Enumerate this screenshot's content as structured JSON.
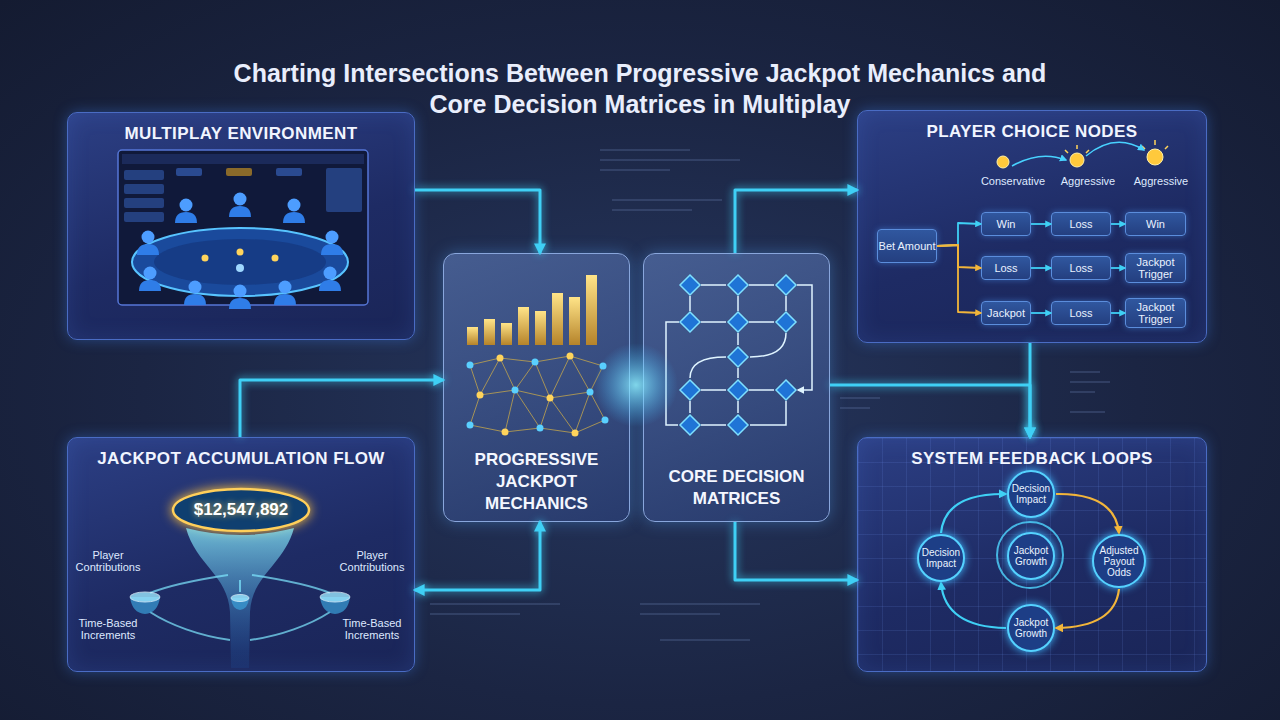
{
  "diagram": {
    "title": "Charting Intersections Between Progressive Jackpot Mechanics and Core Decision Matrices in Multiplay",
    "nodes": [
      {
        "text": [
          "MULTIPLAY ENVIRONMENT"
        ]
      },
      {
        "text": [
          "PLAYER CHOICE NODES"
        ]
      },
      {
        "text": [
          "Bet Amount"
        ],
        "in": 1
      },
      {
        "text": [
          "Win"
        ],
        "in": 1
      },
      {
        "text": [
          "Loss"
        ],
        "in": 1
      },
      {
        "text": [
          "Win"
        ],
        "in": 1
      },
      {
        "text": [
          "Loss"
        ],
        "in": 1
      },
      {
        "text": [
          "Loss"
        ],
        "in": 1
      },
      {
        "text": [
          "Jackpot Trigger"
        ],
        "in": 1
      },
      {
        "text": [
          "Jackpot"
        ],
        "in": 1
      },
      {
        "text": [
          "Loss"
        ],
        "in": 1
      },
      {
        "text": [
          "Jackpot Trigger"
        ],
        "in": 1
      },
      {
        "text": [
          "PROGRESSIVE JACKPOT MECHANICS"
        ]
      },
      {
        "text": [
          "CORE DECISION MATRICES"
        ]
      },
      {
        "text": [
          "JACKPOT ACCUMULATION FLOW"
        ]
      },
      {
        "text": [
          "$12,547,892"
        ],
        "in": 14
      },
      {
        "text": [
          "SYSTEM FEEDBACK LOOPS"
        ]
      },
      {
        "text": [
          "Decision Impact"
        ],
        "in": 16
      },
      {
        "text": [
          "Decision Impact"
        ],
        "in": 16
      },
      {
        "text": [
          "Jackpot Growth"
        ],
        "in": 16
      },
      {
        "text": [
          "Adjusted Payout Odds"
        ],
        "in": 16
      },
      {
        "text": [
          "Jackpot Growth"
        ],
        "in": 16
      }
    ],
    "edges": [
      {
        "from": 0,
        "to": 12,
        "arrow": "to"
      },
      {
        "from": 14,
        "to": 12,
        "arrow": "to"
      },
      {
        "from": 14,
        "to": 12,
        "arrow": "both"
      },
      {
        "from": 13,
        "to": 1,
        "arrow": "to"
      },
      {
        "from": 13,
        "to": 16,
        "arrow": "to"
      },
      {
        "from": 1,
        "to": 16,
        "arrow": "to"
      },
      {
        "from": 13,
        "to": 16,
        "arrow": "to"
      },
      {
        "from": 2,
        "to": 3,
        "arrow": "to"
      },
      {
        "from": 2,
        "to": 6,
        "arrow": "to"
      },
      {
        "from": 2,
        "to": 9,
        "arrow": "to"
      },
      {
        "from": 3,
        "to": 4,
        "arrow": "to"
      },
      {
        "from": 4,
        "to": 5,
        "arrow": "to"
      },
      {
        "from": 6,
        "to": 7,
        "arrow": "to"
      },
      {
        "from": 7,
        "to": 8,
        "arrow": "to"
      },
      {
        "from": 9,
        "to": 10,
        "arrow": "to"
      },
      {
        "from": 10,
        "to": 11,
        "arrow": "to"
      },
      {
        "from": 18,
        "to": 17,
        "arrow": "to"
      },
      {
        "from": 17,
        "to": 20,
        "arrow": "to"
      },
      {
        "from": 20,
        "to": 21,
        "arrow": "to"
      },
      {
        "from": 21,
        "to": 18,
        "arrow": "to"
      }
    ],
    "labels": [
      "Conservative",
      "Aggressive",
      "Aggressive",
      "Player Contributions",
      "Player Contributions",
      "Time-Based Increments",
      "Time-Based Increments"
    ]
  }
}
